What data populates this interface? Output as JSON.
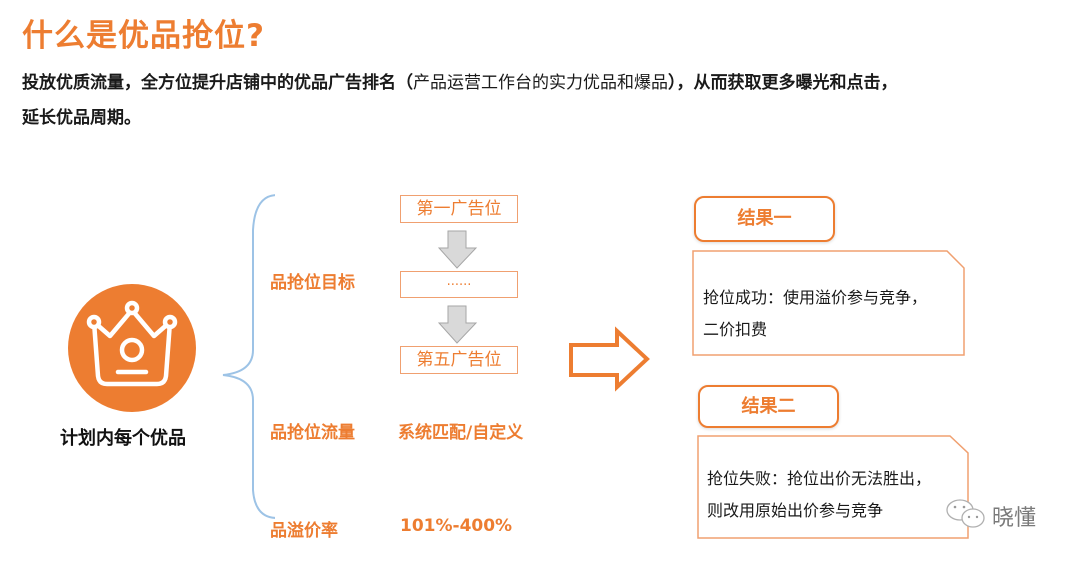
{
  "header": {
    "title": "什么是优品抢位?",
    "subtitle_bold_1": "投放优质流量，全方位提升店铺中的优品广告排名（",
    "subtitle_normal": "产品运营工作台的实力优品和爆品",
    "subtitle_bold_2": "），从而获取更多曝光和点击，",
    "subtitle_line2": "延长优品周期。"
  },
  "left": {
    "icon": "crown-icon",
    "label": "计划内每个优品"
  },
  "middle": {
    "target_label": "品抢位目标",
    "steps": [
      "第一广告位",
      "......",
      "第五广告位"
    ],
    "traffic_label": "品抢位流量",
    "traffic_value": "系统匹配/自定义",
    "premium_label": "品溢价率",
    "premium_value": "101%-400%"
  },
  "results": [
    {
      "tag": "结果一",
      "line1": "抢位成功：使用溢价参与竞争，",
      "line2": "二价扣费"
    },
    {
      "tag": "结果二",
      "line1": "抢位失败：抢位出价无法胜出，",
      "line2": "则改用原始出价参与竞争"
    }
  ],
  "watermark": {
    "icon": "wechat-icon",
    "text": "晓懂"
  },
  "colors": {
    "accent": "#ed7d31",
    "bracket": "#9dc3e6",
    "arrow_fill": "#d9d9d9"
  }
}
